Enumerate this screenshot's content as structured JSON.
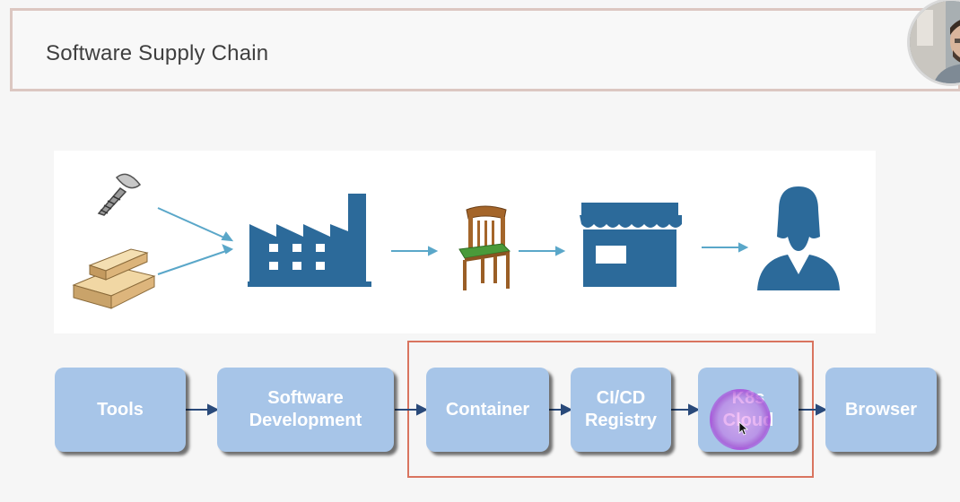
{
  "header": {
    "title": "Software Supply Chain"
  },
  "top_illustration": {
    "icons": [
      "screw-icon",
      "lumber-icon",
      "factory-icon",
      "chair-icon",
      "store-icon",
      "customer-icon"
    ]
  },
  "pipeline": {
    "steps": [
      {
        "label": "Tools"
      },
      {
        "label": "Software\nDevelopment"
      },
      {
        "label": "Container"
      },
      {
        "label": "CI/CD\nRegistry"
      },
      {
        "label": "K8s\nCloud"
      },
      {
        "label": "Browser"
      }
    ]
  },
  "colors": {
    "step_fill": "#a7c5e8",
    "arrow": "#2a4a7a",
    "icon_blue": "#2c6a9a",
    "highlight": "#d9745f"
  }
}
